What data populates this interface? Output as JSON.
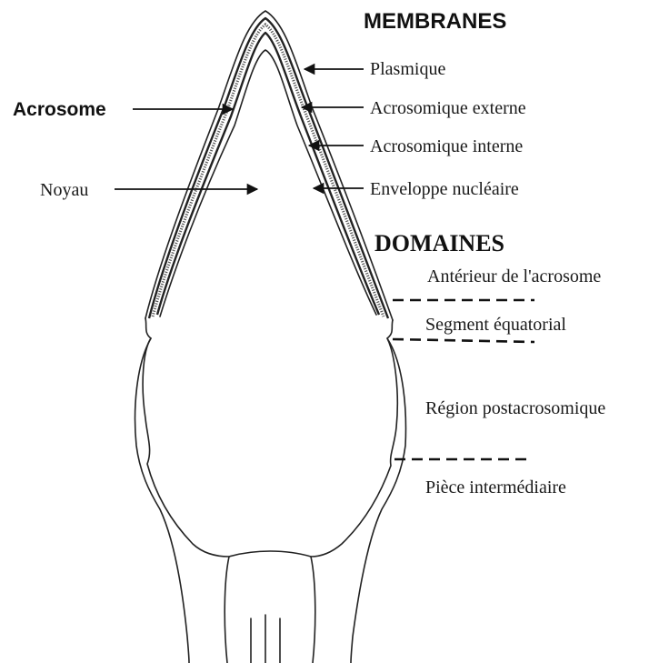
{
  "membranes": {
    "heading": "MEMBRANES",
    "items": [
      "Plasmique",
      "Acrosomique externe",
      "Acrosomique interne",
      "Enveloppe nucléaire"
    ]
  },
  "structures": {
    "acrosome": "Acrosome",
    "noyau": "Noyau"
  },
  "domaines": {
    "heading": "DOMAINES",
    "items": [
      "Antérieur de l'acrosome",
      "Segment équatorial",
      "Région postacrosomique",
      "Pièce intermédiaire"
    ]
  }
}
